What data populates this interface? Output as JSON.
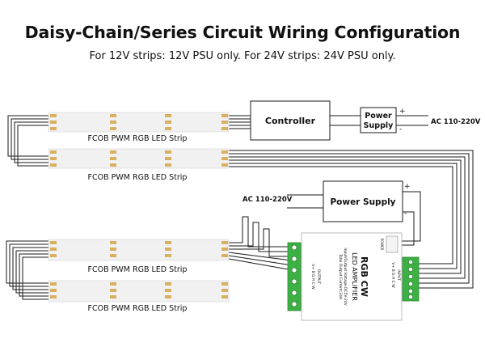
{
  "header": {
    "title": "Daisy-Chain/Series Circuit Wiring Configuration",
    "subtitle": "For 12V strips: 12V PSU only. For 24V strips: 24V PSU only."
  },
  "strips": [
    {
      "label": "FCOB PWM RGB LED Strip"
    },
    {
      "label": "FCOB PWM RGB LED Strip"
    },
    {
      "label": "FCOB PWM RGB LED Strip"
    },
    {
      "label": "FCOB PWM RGB LED Strip"
    }
  ],
  "controller": {
    "label": "Controller"
  },
  "top_power_supply": {
    "line1": "Power",
    "line2": "Supply",
    "plus": "+",
    "minus": "-",
    "ac_label": "AC 110-220V"
  },
  "mid_power_supply": {
    "label": "Power Supply",
    "ac_label": "AC 110-220V",
    "plus": "+",
    "minus": "-"
  },
  "amplifier": {
    "title1": "RGB CW",
    "title2": "LED AMPLIFIER",
    "spec1": "Input/Output Voltage:DC5V-24V",
    "spec2": "Total Output Current:24A",
    "input_label": "INPUT",
    "output_label": "OUTPUT",
    "power_label": "POWER",
    "pins": "V+ B G R C W"
  },
  "colors": {
    "wire": "#1a1a1a",
    "terminal": "#3cb043",
    "pad": "#d8b060",
    "strip": "#f1f1f1"
  }
}
